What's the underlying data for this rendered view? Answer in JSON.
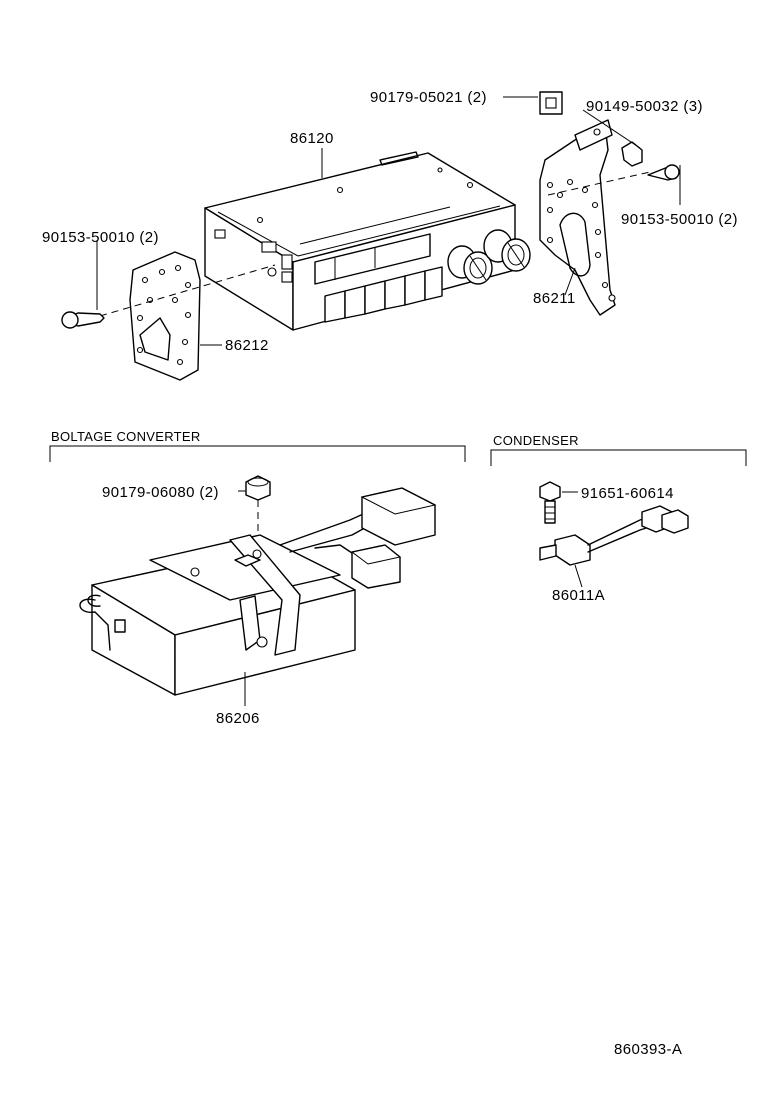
{
  "parts": {
    "radio_unit": "86120",
    "nut_top": "90179-05021 (2)",
    "screw_right_a": "90149-50032 (3)",
    "screw_right_b": "90153-50010 (2)",
    "screw_left": "90153-50010 (2)",
    "bracket_right": "86211",
    "bracket_left": "86212",
    "converter_nut": "90179-06080 (2)",
    "converter": "86206",
    "condenser_bolt": "91651-60614",
    "condenser": "86011A"
  },
  "sections": {
    "voltage_converter": "BOLTAGE CONVERTER",
    "condenser": "CONDENSER"
  },
  "footer": {
    "diagram_id": "860393-A"
  }
}
